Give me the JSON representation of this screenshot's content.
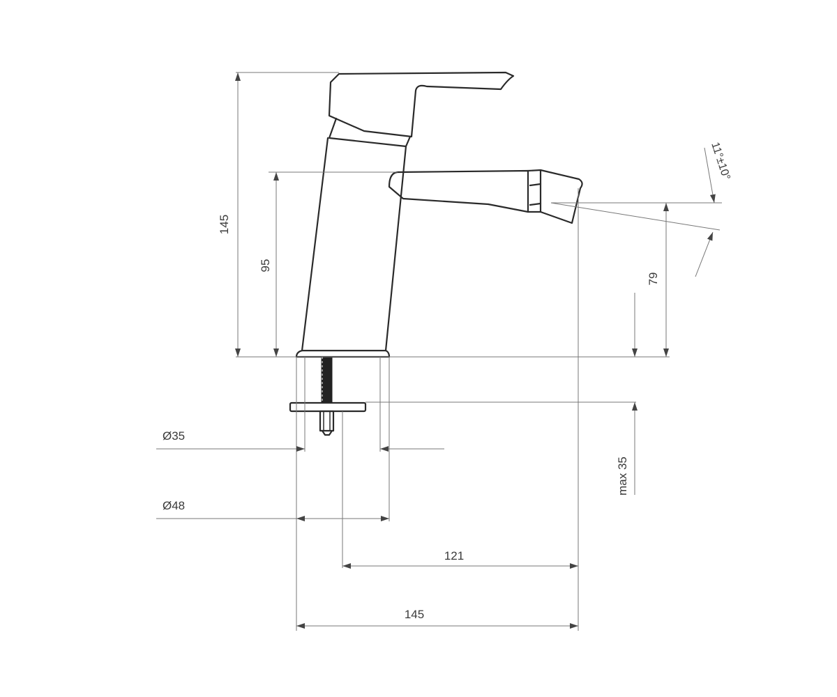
{
  "drawing": {
    "colors": {
      "line": "#2a2a2a",
      "dimension": "#777777",
      "background": "#ffffff"
    },
    "dimensions": {
      "total_height": "145",
      "spout_height": "95",
      "nozzle_height": "79",
      "nozzle_angle": "11°±10°",
      "max_deck_thickness": "max 35",
      "hole_diameter": "Ø35",
      "base_diameter": "Ø48",
      "spout_reach": "121",
      "total_depth": "145"
    }
  }
}
